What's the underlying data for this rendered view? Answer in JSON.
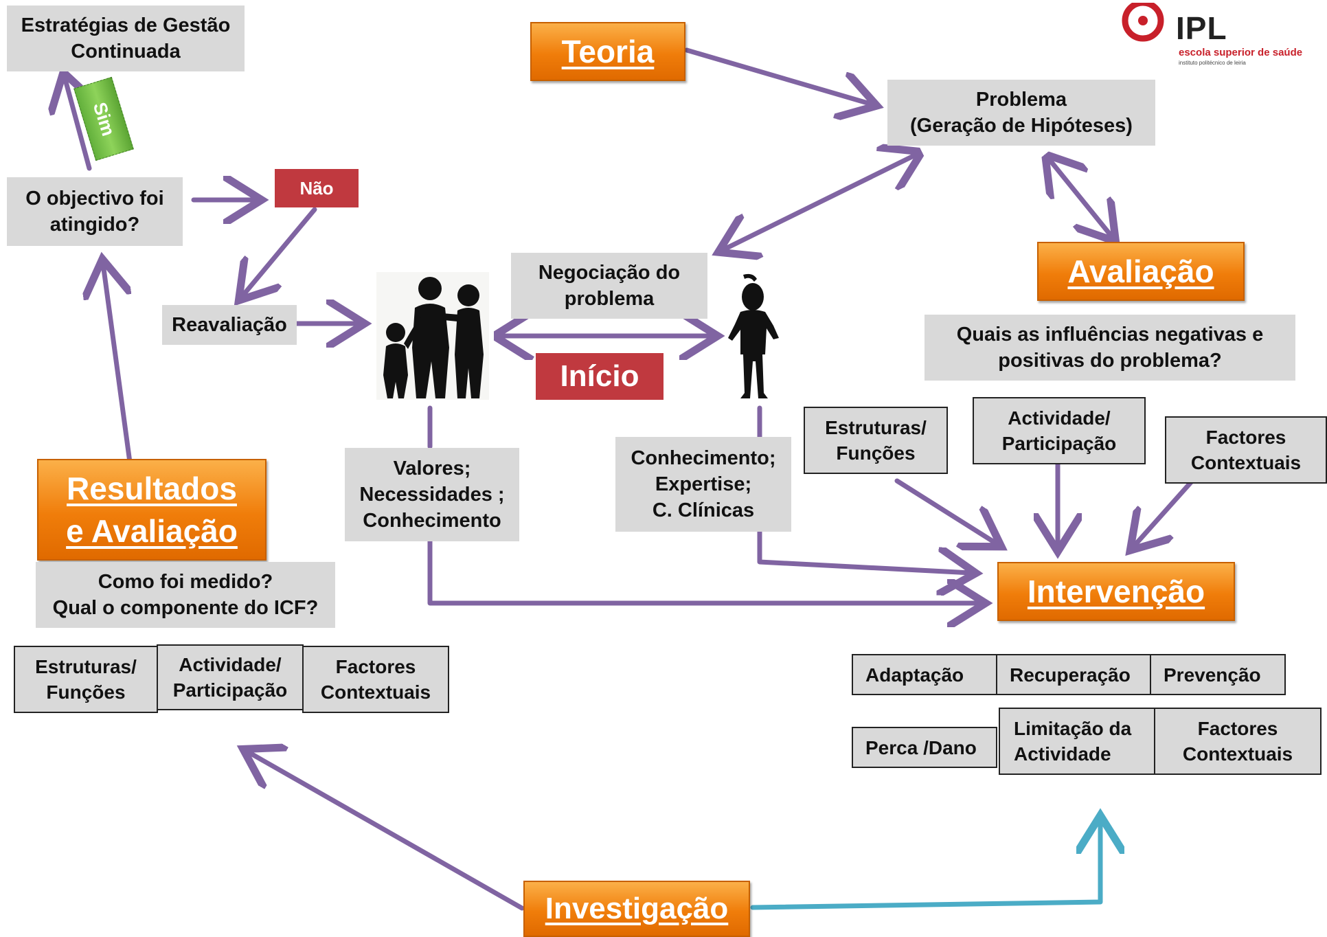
{
  "strategies": {
    "line1": "Estratégias de Gestão",
    "line2": "Continuada"
  },
  "yes_label": "Sim",
  "objective": {
    "line1": "O objectivo foi",
    "line2": "atingido?"
  },
  "no_label": "Não",
  "reassessment": "Reavaliação",
  "theory": "Teoria",
  "logo": {
    "abbr": "IPL",
    "name": "escola superior de saúde",
    "institute": "instituto politécnico de leiria"
  },
  "problem": {
    "line1": "Problema",
    "line2": "(Geração de Hipóteses)"
  },
  "negotiation": {
    "line1": "Negociação do",
    "line2": "problema"
  },
  "start": "Início",
  "evaluation": "Avaliação",
  "influences": {
    "line1": "Quais as influências negativas e",
    "line2": "positivas do problema?"
  },
  "values": {
    "line1": "Valores;",
    "line2": "Necessidades ;",
    "line3": "Conhecimento"
  },
  "knowledge": {
    "line1": "Conhecimento;",
    "line2": "Expertise;",
    "line3": "C. Clínicas"
  },
  "right_components": {
    "structures": {
      "line1": "Estruturas/",
      "line2": "Funções"
    },
    "activity": {
      "line1": "Actividade/",
      "line2": "Participação"
    },
    "context": {
      "line1": "Factores",
      "line2": "Contextuais"
    }
  },
  "results": {
    "line1": "Resultados",
    "line2": "e Avaliação"
  },
  "measured": {
    "line1": "Como foi medido?",
    "line2": "Qual o componente do ICF?"
  },
  "left_table": {
    "structures": {
      "line1": "Estruturas/",
      "line2": "Funções"
    },
    "activity": {
      "line1": "Actividade/",
      "line2": "Participação"
    },
    "context": {
      "line1": "Factores",
      "line2": "Contextuais"
    }
  },
  "intervention": "Intervenção",
  "intervention_types": {
    "adaptation": "Adaptação",
    "recovery": "Recuperação",
    "prevention": "Prevenção",
    "loss": "Perca /Dano",
    "limitation": {
      "line1": "Limitação da",
      "line2": "Actividade"
    },
    "context": {
      "line1": "Factores",
      "line2": "Contextuais"
    }
  },
  "research": "Investigação",
  "colors": {
    "arrow": "#8064a2",
    "research_arrow": "#4bacc6",
    "orange": "#f07d0a",
    "red": "#c0393f",
    "box_grey": "#d9d9d9",
    "yes_green": "#6cbf43"
  }
}
